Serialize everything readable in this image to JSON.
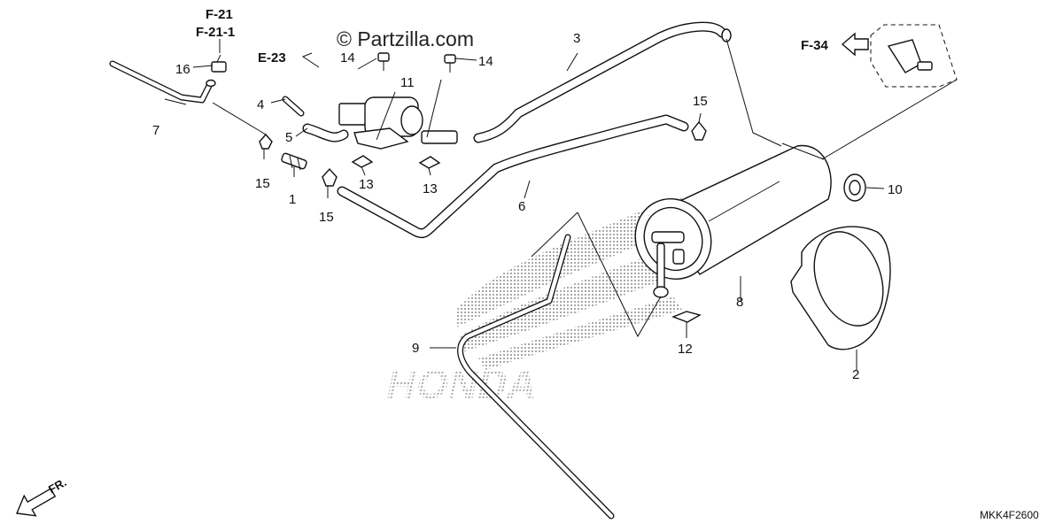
{
  "watermark": "© Partzilla.com",
  "diagram_code": "MKK4F2600",
  "front_label": "FR.",
  "brand_watermark": "HONDA",
  "refs": {
    "f21": "F-21",
    "f211": "F-21-1",
    "e23": "E-23",
    "f34": "F-34"
  },
  "callouts": {
    "p1": "1",
    "p2": "2",
    "p3": "3",
    "p4": "4",
    "p5": "5",
    "p6": "6",
    "p7": "7",
    "p8": "8",
    "p9": "9",
    "p10": "10",
    "p11": "11",
    "p12": "12",
    "p13a": "13",
    "p13b": "13",
    "p14a": "14",
    "p14b": "14",
    "p15a": "15",
    "p15b": "15",
    "p15c": "15",
    "p16": "16"
  },
  "colors": {
    "line": "#111111",
    "watermark_pattern": "#9a9a9a"
  }
}
